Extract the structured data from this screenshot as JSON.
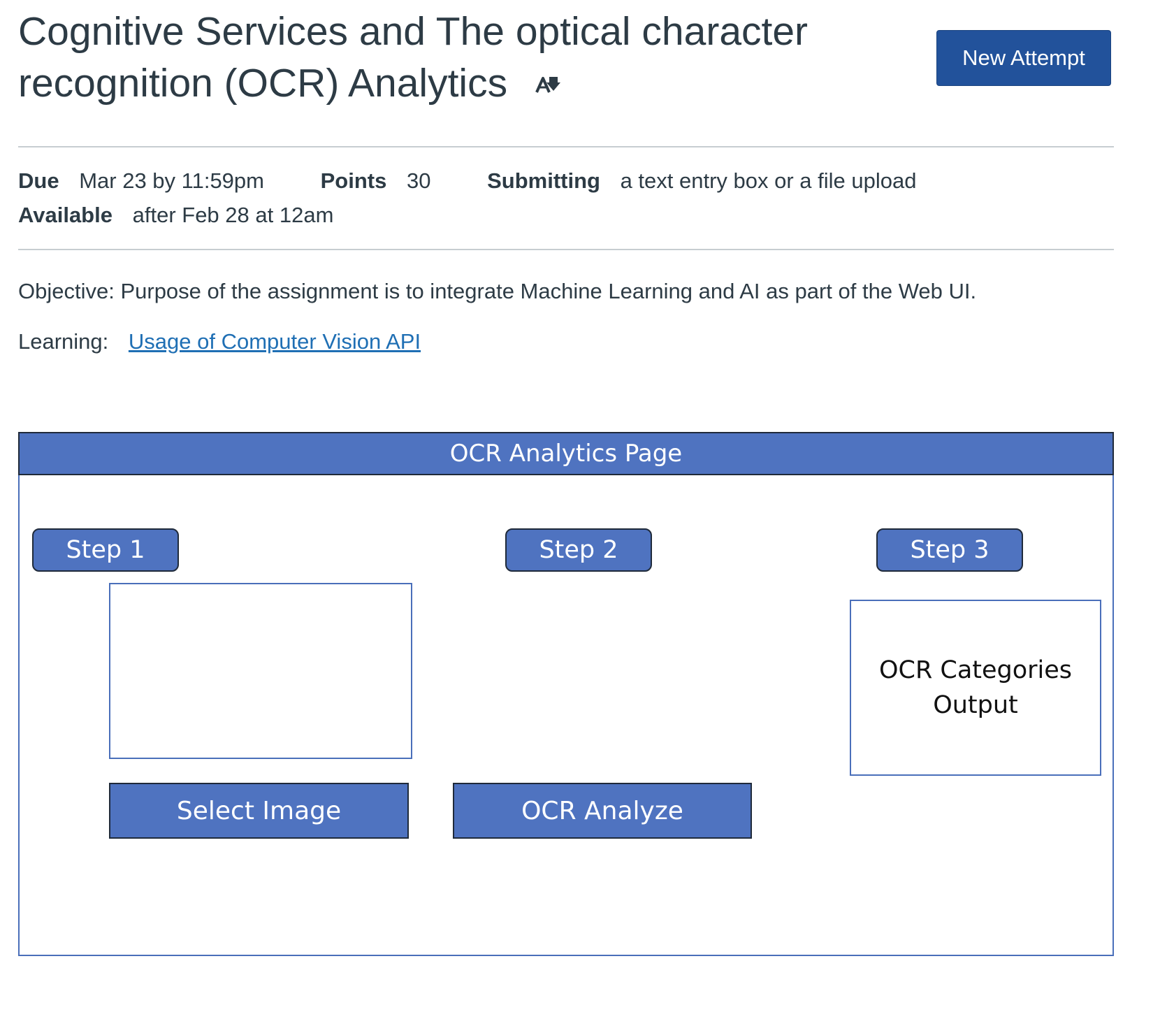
{
  "header": {
    "title": "Cognitive Services and The optical character recognition (OCR) Analytics",
    "title_icon": "text-resize-down-icon",
    "new_attempt_label": "New Attempt"
  },
  "details": {
    "due_label": "Due",
    "due_value": "Mar 23 by 11:59pm",
    "points_label": "Points",
    "points_value": "30",
    "submitting_label": "Submitting",
    "submitting_value": "a text entry box or a file upload",
    "available_label": "Available",
    "available_value": "after Feb 28 at 12am"
  },
  "description": {
    "objective": "Objective: Purpose of the assignment is to integrate Machine Learning and AI as part of the Web UI.",
    "learning_label": "Learning:",
    "learning_link": "Usage of Computer Vision API"
  },
  "mockup": {
    "header": "OCR Analytics Page",
    "step1": "Step 1",
    "step2": "Step 2",
    "step3": "Step 3",
    "output_label": "OCR Categories Output",
    "select_image": "Select Image",
    "ocr_analyze": "OCR Analyze",
    "colors": {
      "fill": "#4f73c0",
      "border": "#1f2a3a",
      "outline": "#4a6fba"
    }
  },
  "colors": {
    "primary_button": "#22529b",
    "link": "#1f6fb4",
    "text": "#2d3b45",
    "rule": "#c7cdd1"
  }
}
